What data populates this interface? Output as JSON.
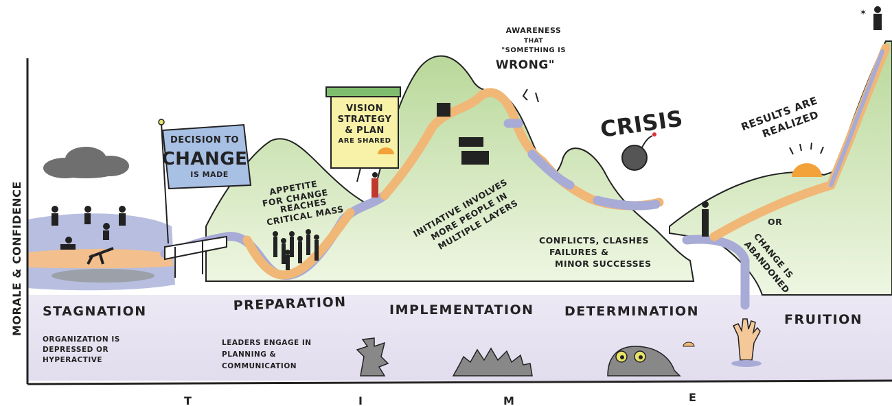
{
  "y_axis_label": "MORALE & CONFIDENCE",
  "phases": [
    {
      "name": "STAGNATION",
      "note_lines": [
        "ORGANIZATION IS",
        "DEPRESSED OR",
        "HYPERACTIVE"
      ]
    },
    {
      "name": "PREPARATION",
      "note_lines": [
        "LEADERS ENGAGE IN",
        "PLANNING &",
        "COMMUNICATION"
      ]
    },
    {
      "name": "IMPLEMENTATION",
      "note_lines": []
    },
    {
      "name": "DETERMINATION",
      "note_lines": []
    },
    {
      "name": "FRUITION",
      "note_lines": []
    }
  ],
  "x_axis_letters": [
    "T",
    "I",
    "M",
    "E"
  ],
  "decision_flag": {
    "line1": "DECISION TO",
    "line2": "CHANGE",
    "line3": "IS MADE"
  },
  "vision_sign": [
    "VISION",
    "STRATEGY",
    "& PLAN",
    "ARE SHARED"
  ],
  "appetite": [
    "APPETITE",
    "FOR CHANGE",
    "REACHES",
    "CRITICAL MASS"
  ],
  "initiative": [
    "INITIATIVE INVOLVES",
    "MORE PEOPLE IN",
    "MULTIPLE LAYERS"
  ],
  "awareness": [
    "AWARENESS",
    "THAT",
    "\"SOMETHING IS",
    "WRONG\""
  ],
  "crisis": "CRISIS",
  "conflicts": [
    "CONFLICTS, CLASHES",
    "FAILURES &",
    "MINOR SUCCESSES"
  ],
  "results": [
    "RESULTS ARE",
    "REALIZED"
  ],
  "abandoned": [
    "OR",
    "CHANGE IS",
    "ABANDONED"
  ],
  "colors": {
    "hill_fill": "#cfe5b4",
    "ground_fill": "#e6e1f0",
    "path_orange": "#f0b777",
    "path_blue": "#a8abd6",
    "sign_blue": "#a9c0e5",
    "sign_yellow": "#f7f2a8",
    "sun": "#f3a23a",
    "cloud": "#6f6f6f",
    "ink": "#222222"
  }
}
